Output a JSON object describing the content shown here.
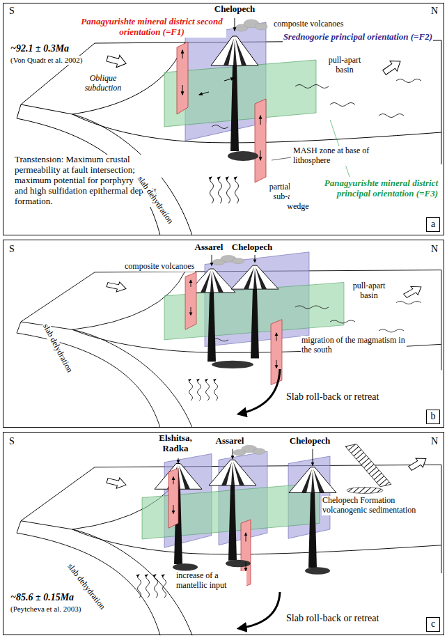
{
  "diagram": {
    "nodes": [
      {
        "text": [
          "S",
          "N",
          "~92.1 ± 0.3Ma",
          "(Von Quadt et al. 2002)",
          "Chelopech",
          "Panagyurishte mineral district second orientation (=F1)",
          "composite volcanoes",
          "Srednogorie principal orientation (=F2)",
          "Oblique subduction",
          "pull-apart basin",
          "MASH zone at base of lithosphere",
          "Transtension: Maximum crustal permeability at fault intersection; maximum potential for porphyry Cu and high sulfidation epithermal deposit formation.",
          "partial melting in sub-arc mantle wedge",
          "slab dehydration",
          "Panagyurishte mineral district principal orientation (=F3)"
        ]
      },
      {
        "text": [
          "a"
        ],
        "in": 0
      },
      {
        "text": [
          "S",
          "N",
          "Assarel",
          "Chelopech",
          "composite volcanoes",
          "pull-apart basin",
          "migration of the magmatism in the south",
          "slab delydration",
          "Slab roll-back or retreat"
        ]
      },
      {
        "text": [
          "b"
        ],
        "in": 2
      },
      {
        "text": [
          "S",
          "N",
          "Elshitsa, Radka",
          "Assarel",
          "Chelopech",
          "Chelopech Formation volcanogenic sedimentation",
          "increase of a mantellic input",
          "slab dehydration",
          "~85.6 ± 0.15Ma",
          "(Peytcheva et al. 2003)",
          "Slab roll-back or retreat"
        ]
      },
      {
        "text": [
          "c"
        ],
        "in": 4
      }
    ]
  }
}
